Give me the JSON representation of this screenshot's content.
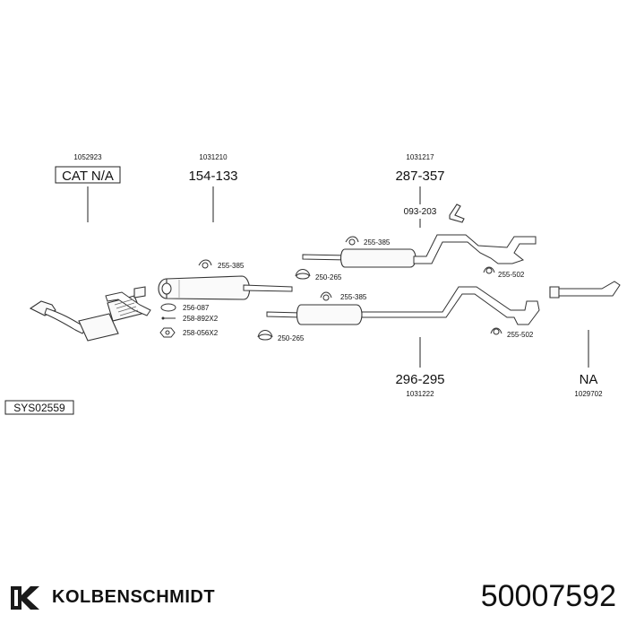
{
  "diagram": {
    "system_code": "SYS02559",
    "parts": {
      "cat": {
        "ref": "1052923",
        "code": "CAT N/A"
      },
      "front_silencer": {
        "ref": "1031210",
        "code": "154-133"
      },
      "rear_upper": {
        "ref": "1031217",
        "code": "287-357"
      },
      "rear_lower": {
        "ref": "1031222",
        "code": "296-295"
      },
      "tail": {
        "ref": "1029702",
        "code": "NA"
      },
      "bracket": {
        "code": "093-203"
      }
    },
    "small_parts": {
      "a": "255-385",
      "b": "256-087",
      "c": "258-892X2",
      "d": "258-056X2",
      "e": "255-385",
      "f": "250-265",
      "g": "255-502",
      "h": "255-385",
      "i": "250-265",
      "j": "255-502"
    }
  },
  "footer": {
    "brand": "KOLBENSCHMIDT",
    "article": "50007592"
  }
}
